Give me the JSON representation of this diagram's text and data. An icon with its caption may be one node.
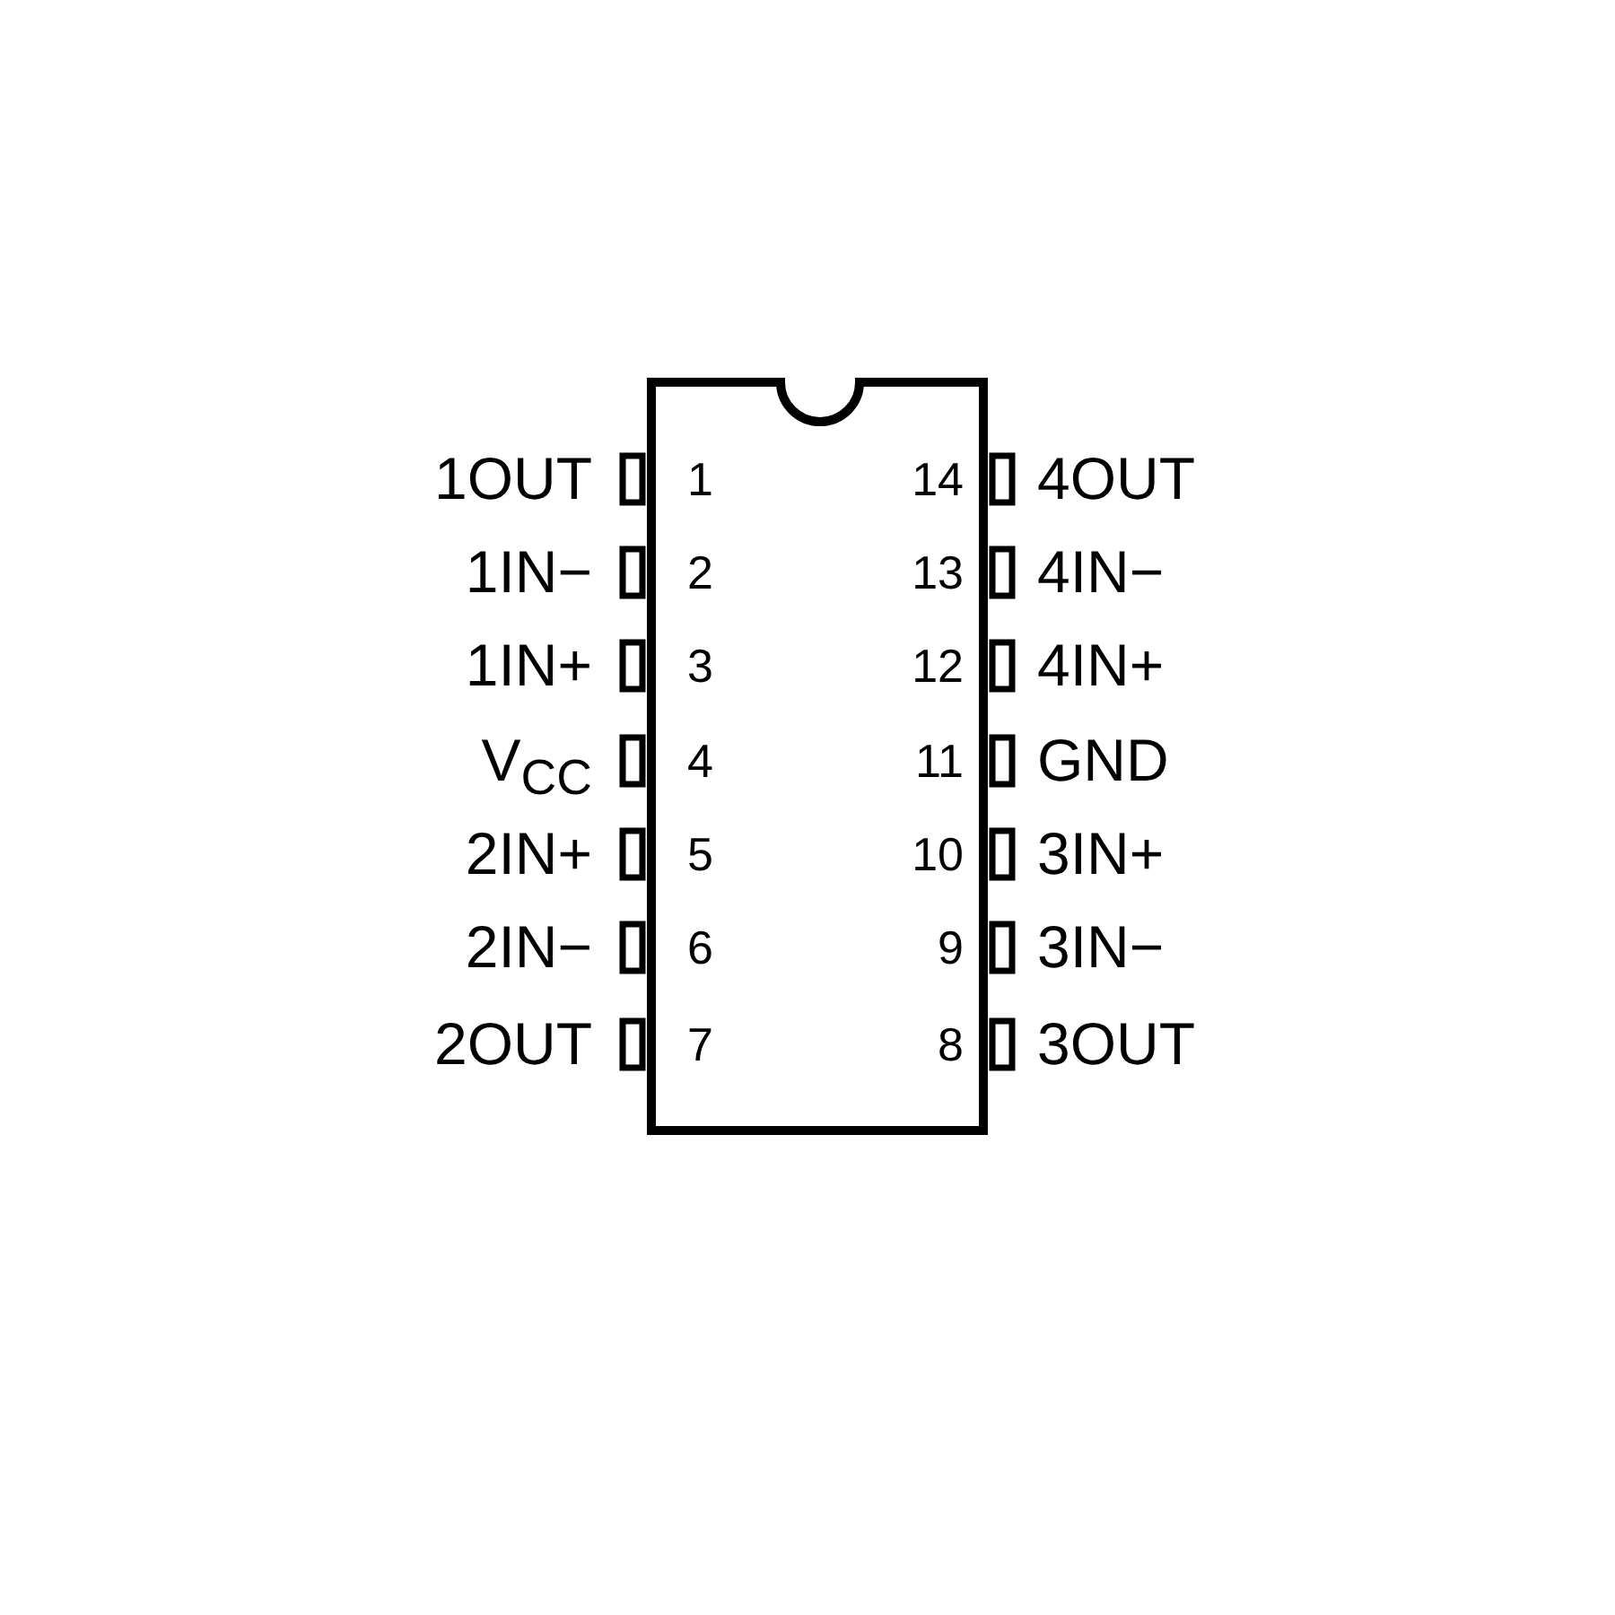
{
  "diagram": {
    "labels": [
      "1OUT",
      "1",
      "14",
      "4OUT",
      "1IN−",
      "2",
      "13",
      "4IN−",
      "1IN+",
      "3",
      "12",
      "4IN+",
      "V$_{CC}$",
      "4",
      "11",
      "GND",
      "2IN+",
      "5",
      "10",
      "3IN+",
      "2IN−",
      "6",
      "9",
      "3IN−",
      "2OUT",
      "7",
      "8",
      "3OUT"
    ]
  }
}
